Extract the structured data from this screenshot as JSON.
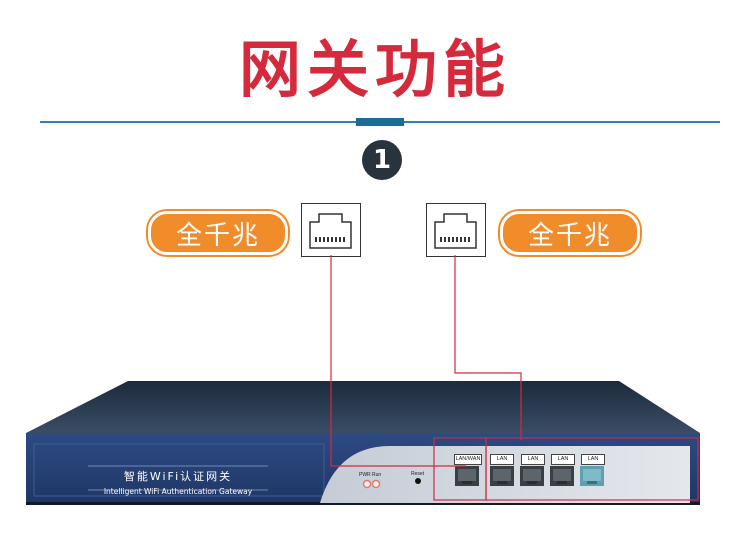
{
  "title": "网关功能",
  "step_number": "1",
  "left_pill": "全千兆",
  "right_pill": "全千兆",
  "device": {
    "label_cn": "智能WiFi认证网关",
    "label_en": "Intelligent WiFi Authentication Gateway",
    "pwr_label": "PWR",
    "run_label": "Run",
    "reset_label": "Reset",
    "port_labels": [
      "LAN/WAN",
      "LAN",
      "LAN",
      "LAN",
      "LAN"
    ]
  },
  "colors": {
    "title": "#d42a3c",
    "accent_line": "#2a86b0",
    "pill": "#f08c2a",
    "highlight": "#d42a3c"
  },
  "icons": [
    "ethernet-port-icon"
  ]
}
